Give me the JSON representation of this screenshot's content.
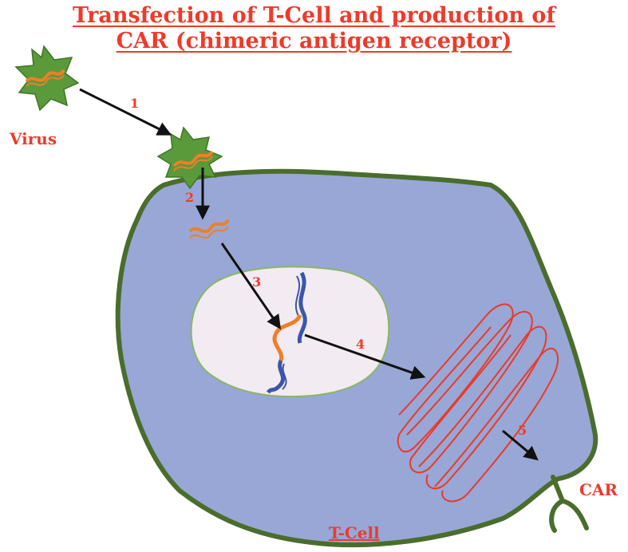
{
  "title": {
    "line1": "Transfection of T-Cell and production of",
    "line2": "CAR (chimeric antigen receptor)"
  },
  "labels": {
    "virus": "Virus",
    "tcell": "T-Cell",
    "car": "CAR"
  },
  "steps": [
    "1",
    "2",
    "3",
    "4",
    "5"
  ],
  "colors": {
    "accent": "#ee3a2b",
    "cell_fill": "#98a7d6",
    "cell_border": "#4a6d2c",
    "nucleus_fill": "#f2ebf1",
    "nucleus_border": "#8ab56a",
    "virus_fill": "#5a9a3a",
    "rna": "#f07e28",
    "dna_blue": "#3b56a8",
    "er": "#e83a2b",
    "arrow": "#111111"
  }
}
